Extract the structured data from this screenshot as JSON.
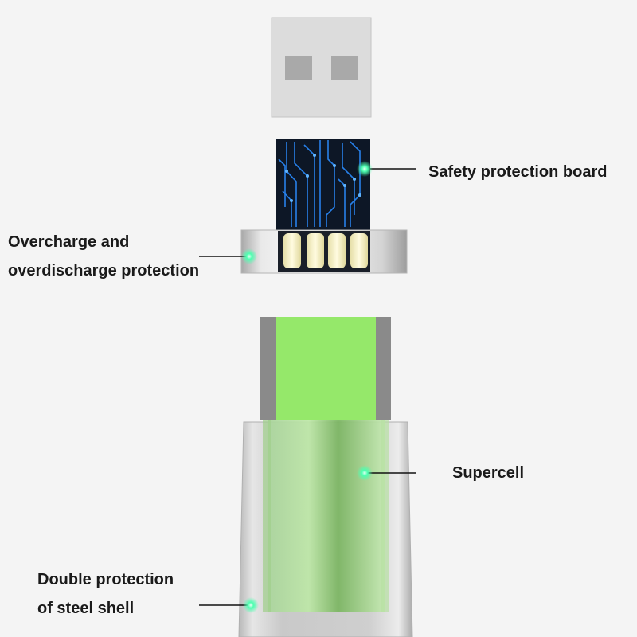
{
  "callouts": {
    "board": "Safety protection board",
    "overcharge": [
      "Overcharge and",
      "overdischarge protection"
    ],
    "supercell": "Supercell",
    "shell": [
      "Double protection",
      "of steel shell"
    ]
  },
  "colors": {
    "background": "#f4f4f4",
    "plug": "#dcdcdc",
    "plug_slot": "#a9a9a9",
    "board": "#0d1726",
    "circuit": "#2a8cff",
    "battery_cap": "#8a8a8a",
    "battery_green": "#95e86a",
    "glow": "#4dffb0",
    "label": "#1a1a1a"
  }
}
